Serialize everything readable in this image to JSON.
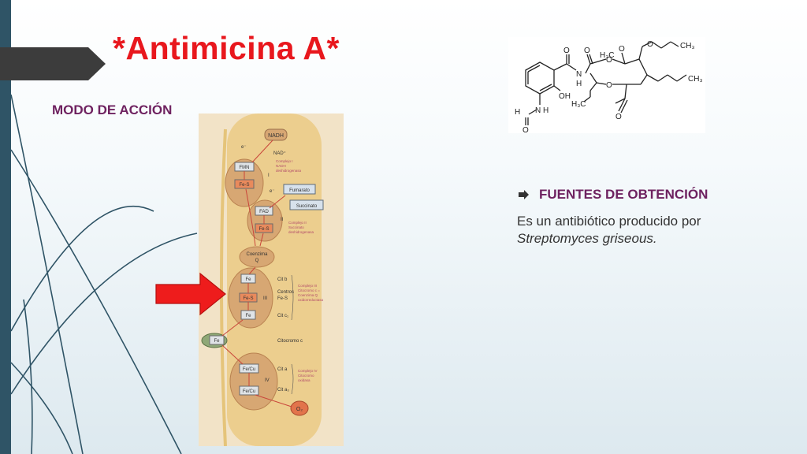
{
  "slide": {
    "title": "*Antimicina A*",
    "modo_label": "MODO DE ACCIÓN",
    "fuentes_label": "FUENTES DE OBTENCIÓN",
    "desc_line1": "Es un antibiótico producido por",
    "desc_species": "Streptomyces griseous."
  },
  "diagram": {
    "nadh": "NADH",
    "nad": "NAD⁺",
    "e1": "e⁻",
    "fmn": "FMN",
    "fes1": "Fe-S",
    "roman1": "I",
    "complejo1": [
      "Complejo I",
      "NADH",
      "deshidrogenasa"
    ],
    "e2": "e⁻",
    "fumarato": "Fumarato",
    "succinato": "Succinato",
    "fad": "FAD",
    "fes2": "Fe-S",
    "roman2": "II",
    "complejo2": [
      "Complejo II",
      "Succinato",
      "deshidrogenasa"
    ],
    "coenzima": [
      "Coenzima",
      "Q"
    ],
    "fe3a": "Fe",
    "fes3": "Fe-S",
    "fe3b": "Fe",
    "roman3": "III",
    "citb": "Cit b",
    "centros": [
      "Centros",
      "Fe-S"
    ],
    "citc1": "Cit c₁",
    "complejo3": [
      "Complejo III",
      "Citocromo c =",
      "Coenzima Q",
      "oxidorreductasa"
    ],
    "fe_c": "Fe",
    "citocromo_c": "Citocromo c",
    "fecu1": "Fe/Cu",
    "fecu2": "Fe/Cu",
    "roman4": "IV",
    "cita": "Cit a",
    "cita3": "Cit a₃",
    "complejo4": [
      "Complejo IV",
      "Citocromo",
      "oxidasa"
    ],
    "o2": "O₂"
  },
  "molecule": {
    "ch3_top": "CH₃",
    "h3c_top": "H₃C",
    "o1": "O",
    "o2": "O",
    "o3": "O",
    "o4": "O",
    "o5": "O",
    "o6": "O",
    "o7": "O",
    "n_amide": "N",
    "h_amide": "H",
    "oh": "OH",
    "ch3_right": "CH₃",
    "h3c_bottom": "H₃C",
    "h_formyl": "H",
    "n_formyl": "N",
    "h_formyl2": "H",
    "o_formyl": "O"
  },
  "colors": {
    "title": "#e8171d",
    "accent": "#6e2260",
    "arrow": "#ee1c1c",
    "sidebar": "#2f5466"
  }
}
